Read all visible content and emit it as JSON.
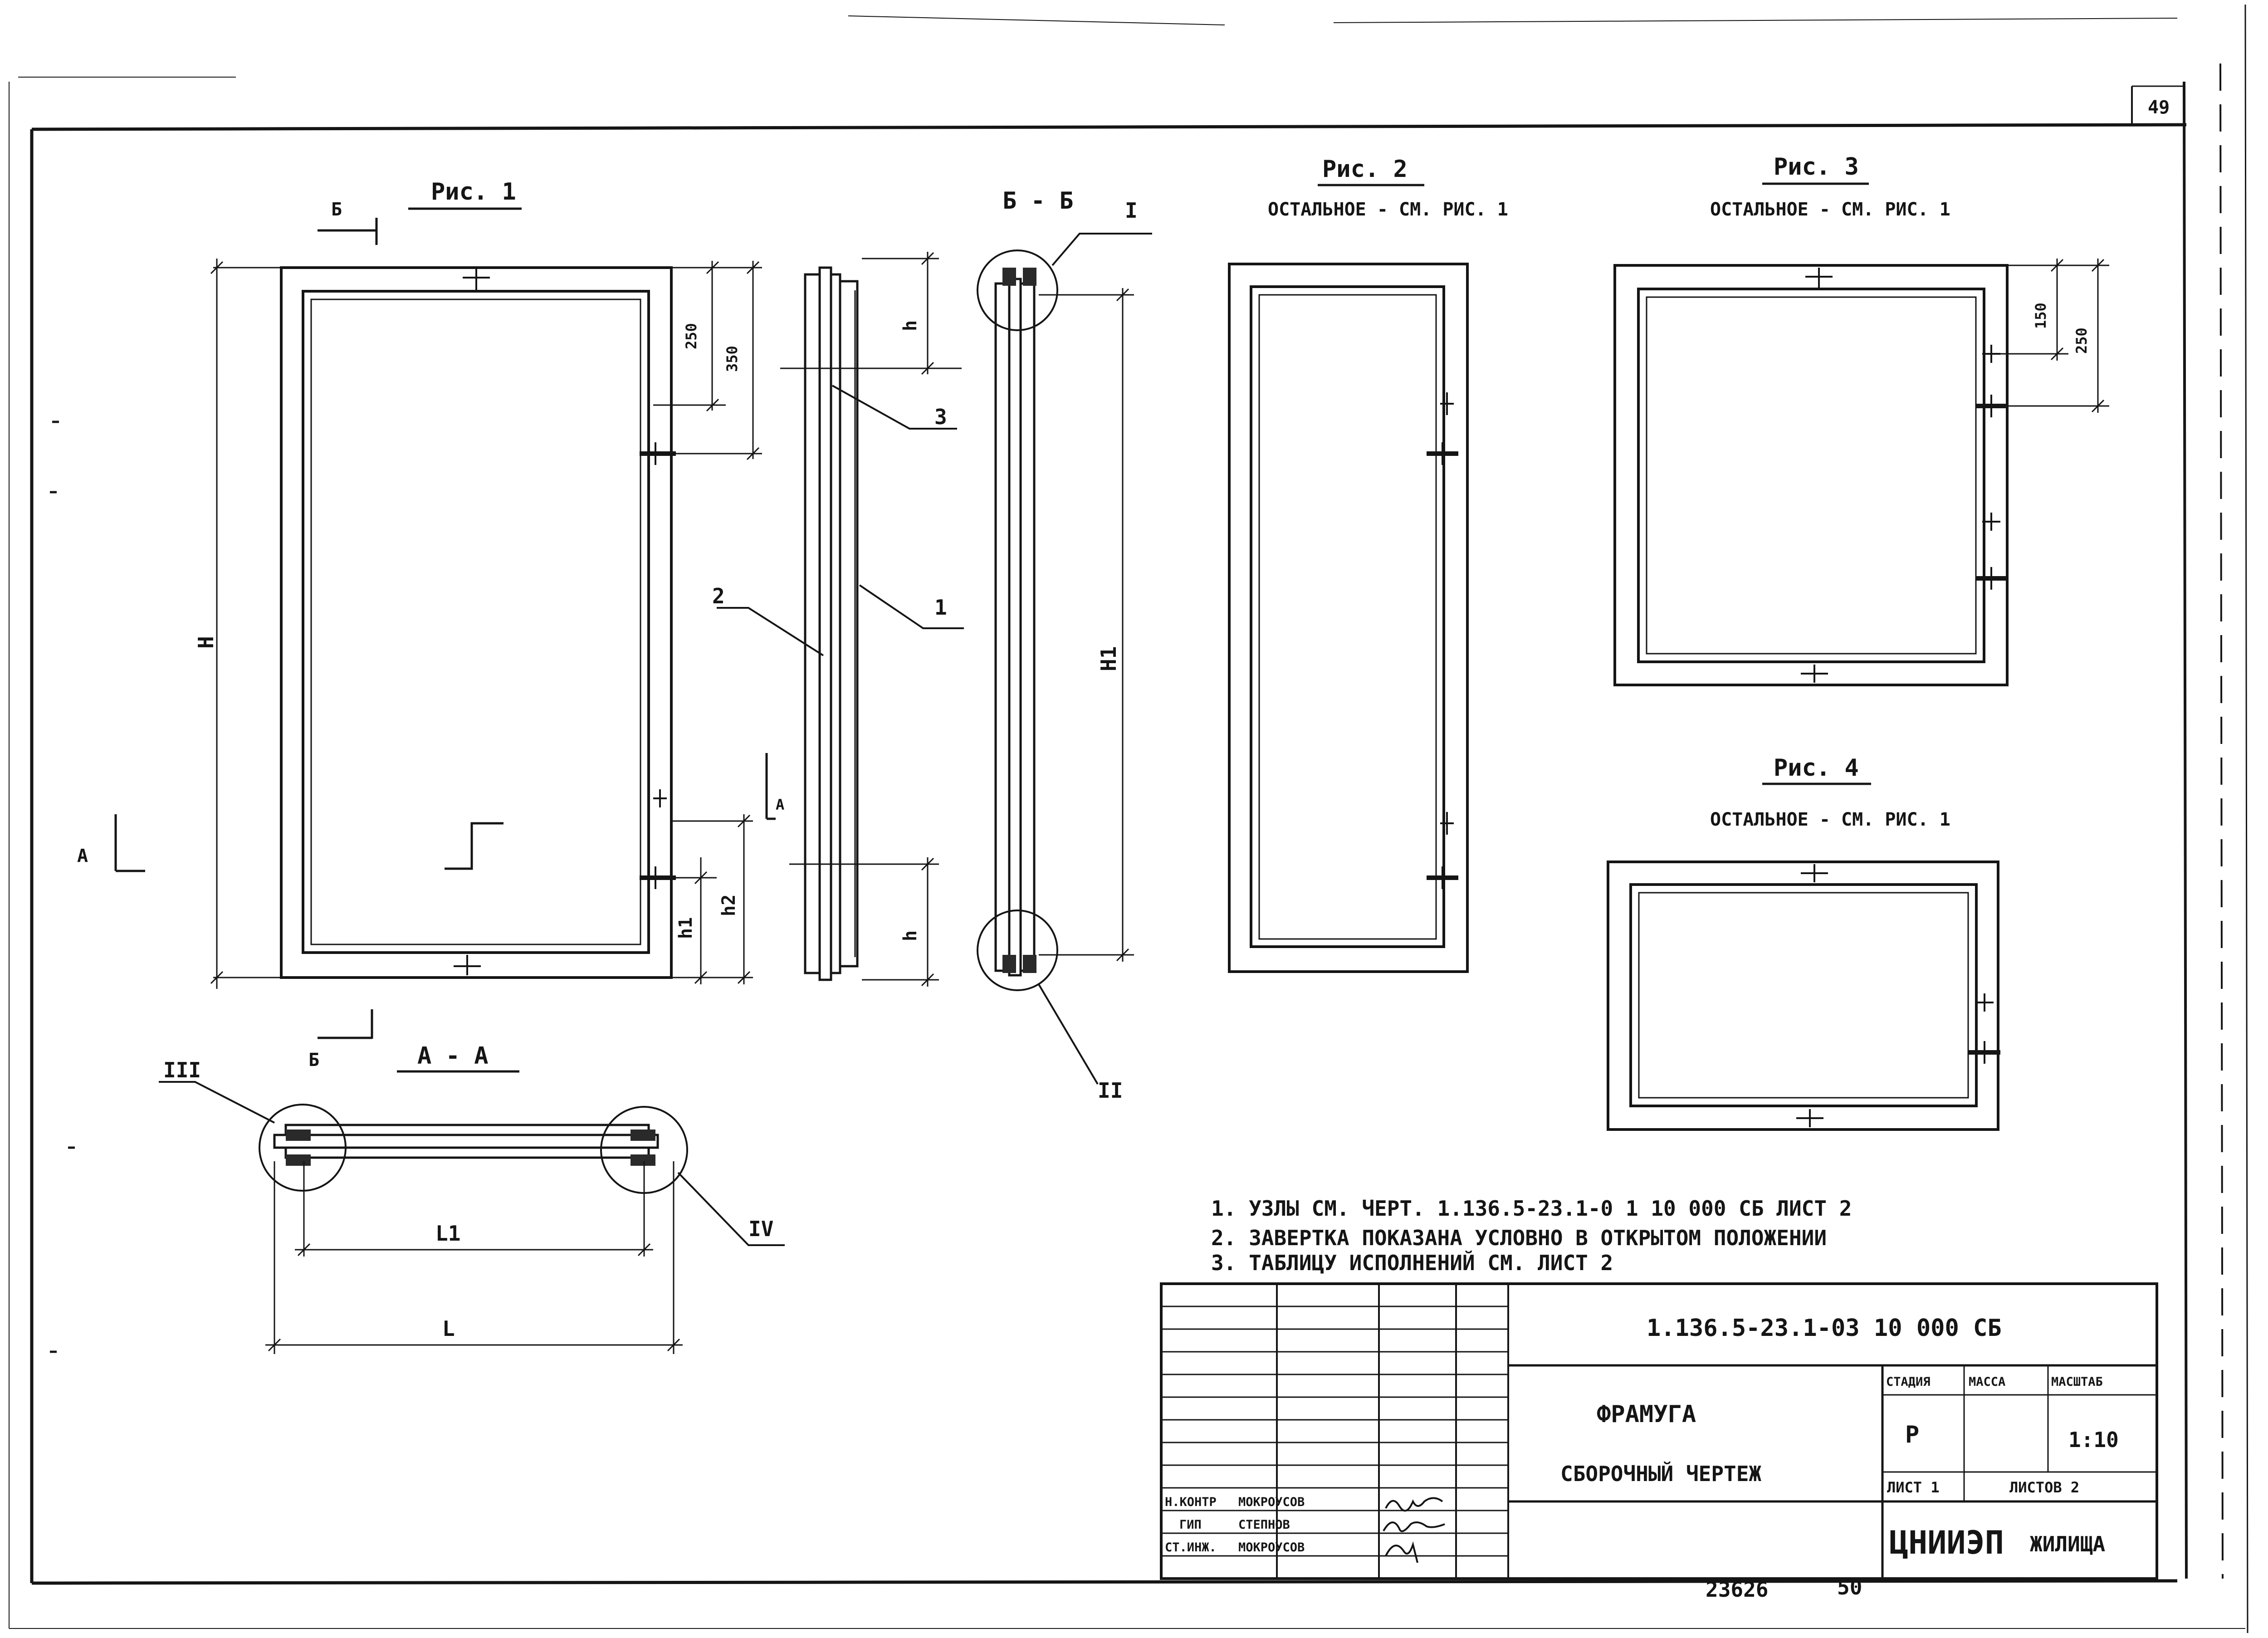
{
  "sheet_number": "49",
  "figures": {
    "fig1": {
      "title": "Рис. 1",
      "section_mark_b_top": "Б",
      "section_mark_b_bottom": "Б",
      "section_mark_a_left": "А",
      "section_mark_a_right": "А",
      "dim_h_overall": "Н",
      "dim_250": "250",
      "dim_350": "350",
      "dim_h1": "h1",
      "dim_h2": "h2"
    },
    "side_view": {
      "dim_h_top": "h",
      "dim_h_bottom": "h",
      "callout_1": "1",
      "callout_2": "2",
      "callout_3": "3"
    },
    "section_bb": {
      "title": "Б - Б",
      "node_top": "I",
      "node_bottom": "II",
      "dim_h1": "Н1"
    },
    "section_aa": {
      "title": "А - А",
      "node_left": "III",
      "node_right": "IV",
      "dim_l1": "L1",
      "dim_l": "L"
    },
    "fig2": {
      "title": "Рис. 2",
      "note": "ОСТАЛЬНОЕ - СМ. РИС. 1"
    },
    "fig3": {
      "title": "Рис. 3",
      "note": "ОСТАЛЬНОЕ - СМ. РИС. 1",
      "dim_150": "150",
      "dim_250": "250"
    },
    "fig4": {
      "title": "Рис. 4",
      "note": "ОСТАЛЬНОЕ - СМ. РИС. 1"
    }
  },
  "notes": [
    "1. УЗЛЫ СМ. ЧЕРТ. 1.136.5-23.1-0 1 10 000 СБ ЛИСТ 2",
    "2. ЗАВЕРТКА ПОКАЗАНА УСЛОВНО В ОТКРЫТОМ ПОЛОЖЕНИИ",
    "3. ТАБЛИЦУ ИСПОЛНЕНИЙ СМ. ЛИСТ 2"
  ],
  "title_block": {
    "designation": "1.136.5-23.1-03 10 000 СБ",
    "name_line1": "ФРАМУГА",
    "name_line2": "СБОРОЧНЫЙ ЧЕРТЕЖ",
    "stage_label": "СТАДИЯ",
    "mass_label": "МАССА",
    "scale_label": "МАСШТАБ",
    "stage_value": "Р",
    "mass_value": "",
    "scale_value": "1:10",
    "sheet_label": "ЛИСТ 1",
    "sheets_label": "ЛИСТОВ 2",
    "organization_main": "ЦНИИЭП",
    "organization_sub": "ЖИЛИЩА",
    "signatures": [
      {
        "role": "Н.КОНТР",
        "name": "МОКРОУСОВ"
      },
      {
        "role": "ГИП",
        "name": "СТЕПНОВ"
      },
      {
        "role": "СТ.ИНЖ.",
        "name": "МОКРОУСОВ"
      }
    ]
  },
  "footer_number": "23626",
  "footer_code": "50"
}
